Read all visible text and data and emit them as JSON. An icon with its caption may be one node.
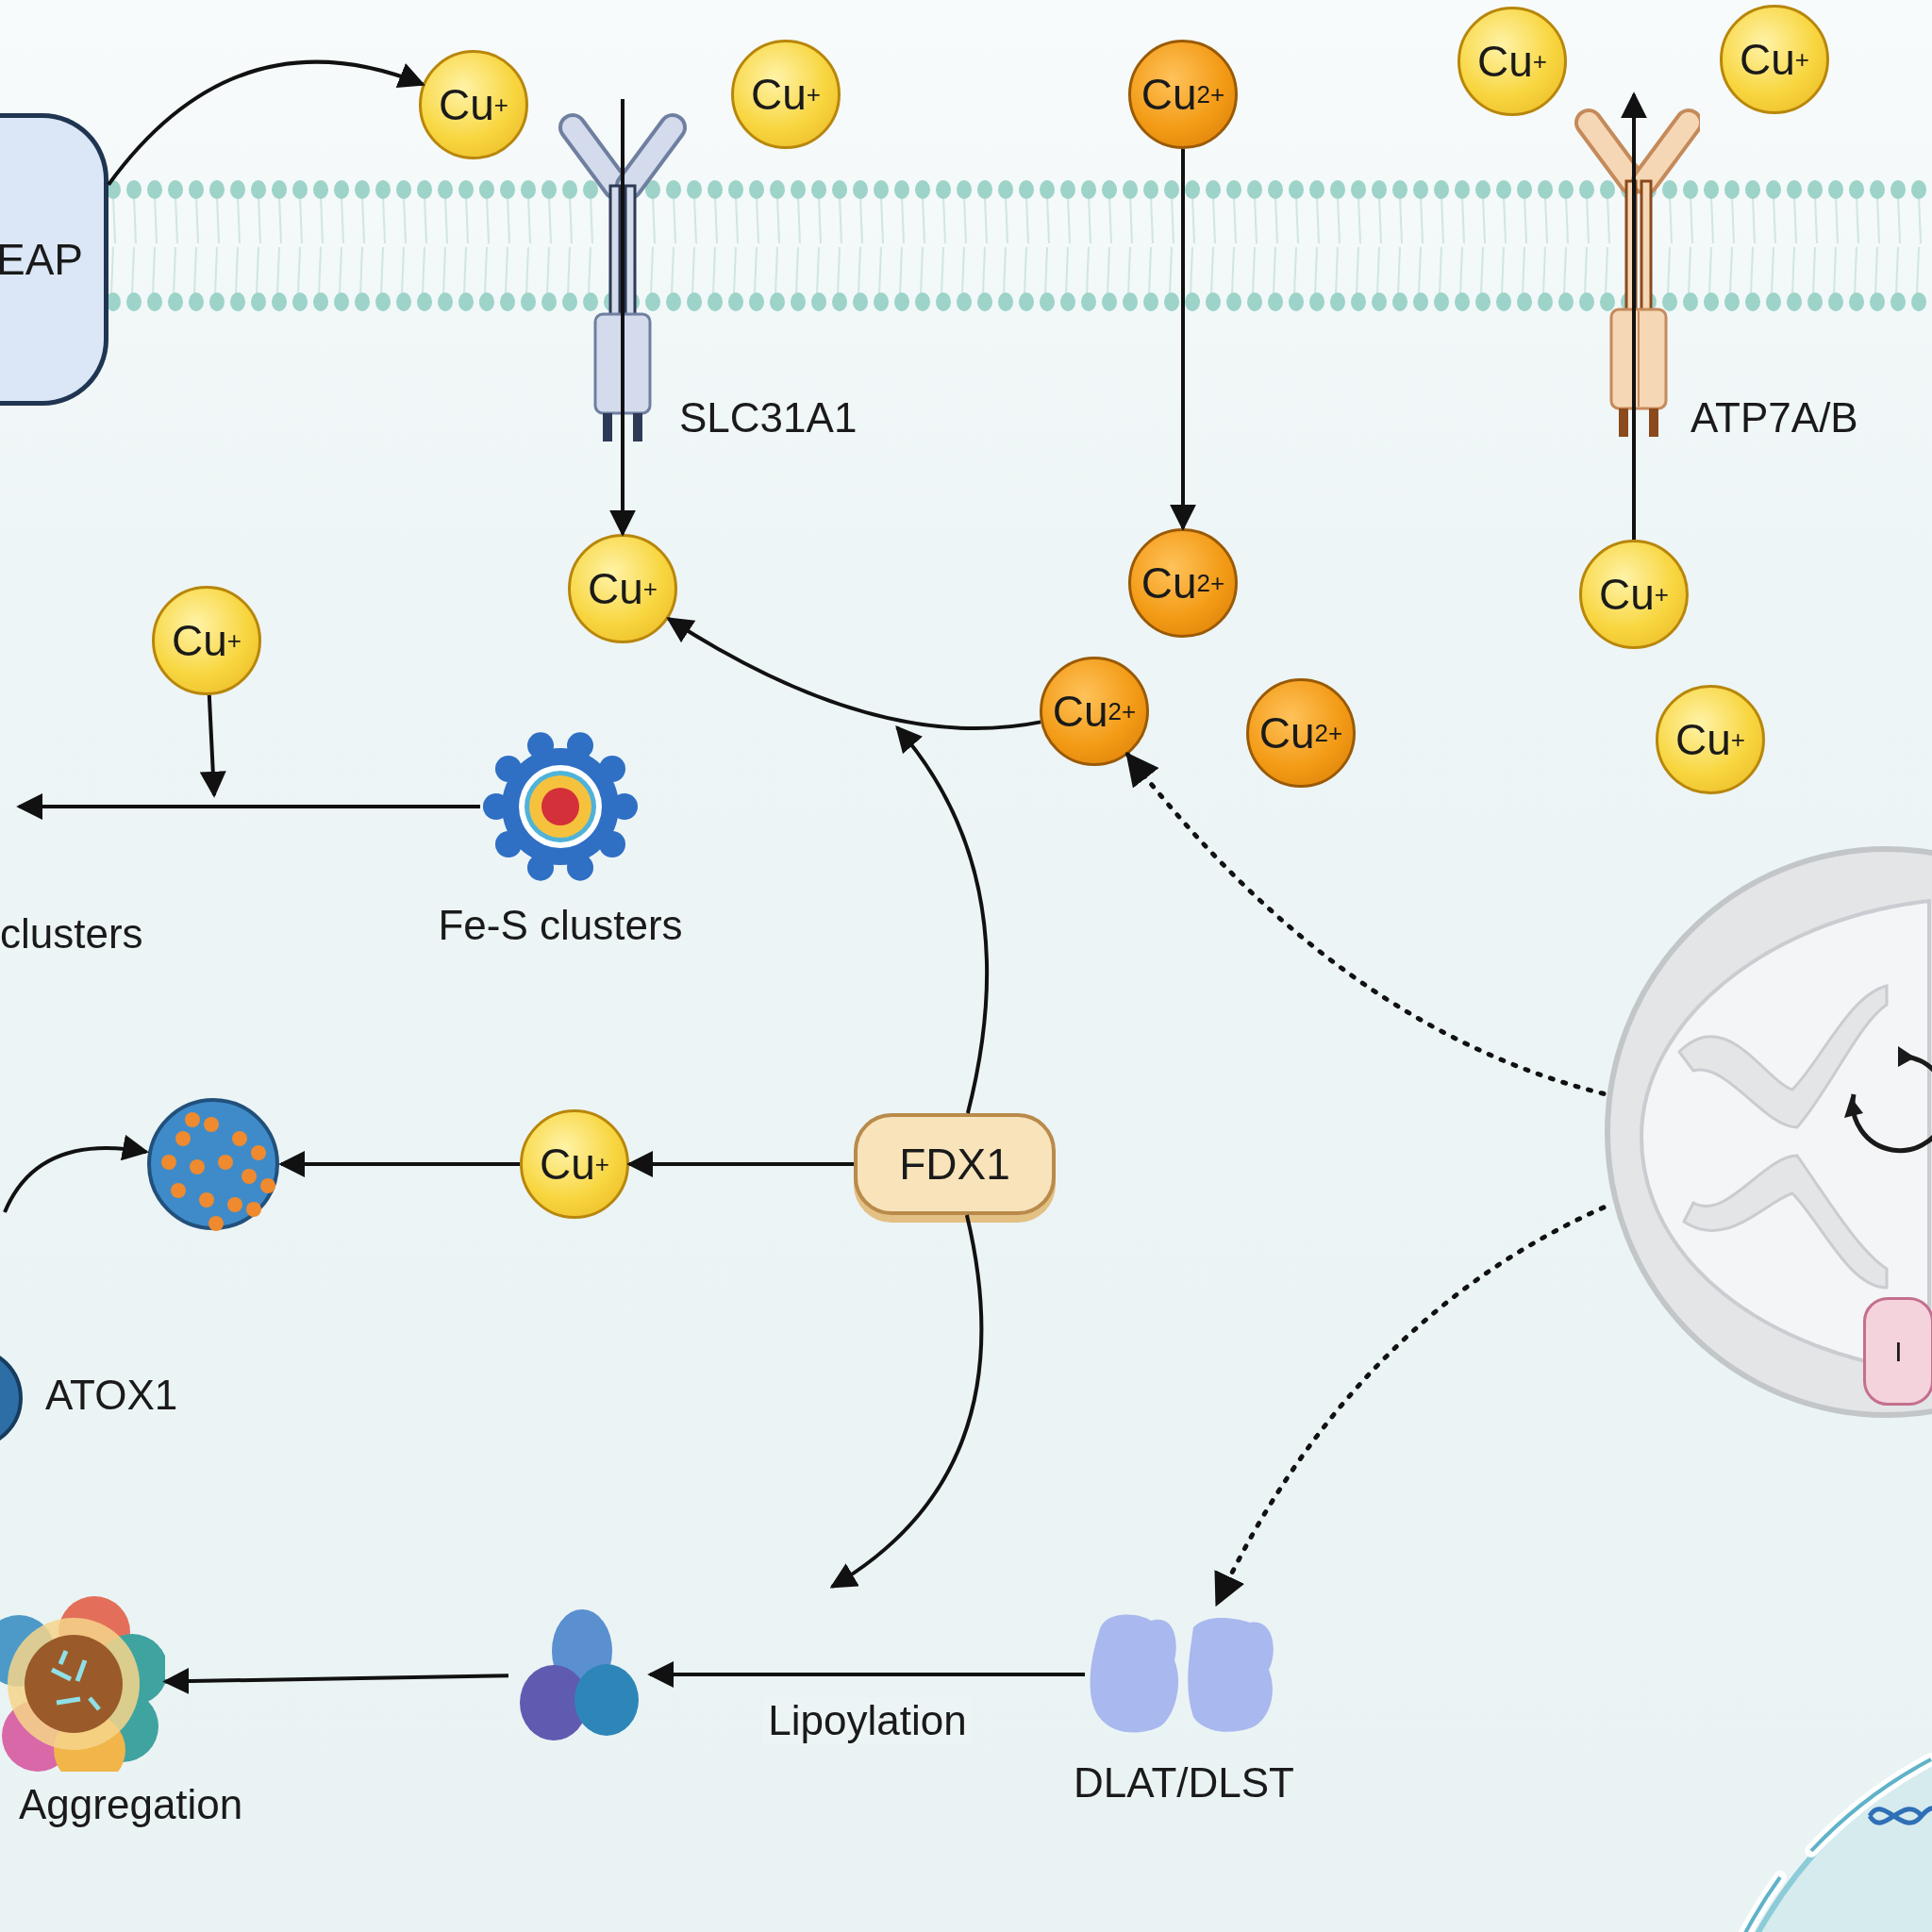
{
  "diagram": {
    "nodes": [
      {
        "text": [
          "EAP"
        ]
      },
      {
        "text": [
          "Cu$^{+}$"
        ]
      },
      {
        "text": [
          "Cu$^{+}$"
        ]
      },
      {
        "text": [
          "Cu$^{2+}$"
        ]
      },
      {
        "text": [
          "Cu$^{+}$"
        ]
      },
      {
        "text": [
          "Cu$^{+}$"
        ]
      },
      {
        "text": [],
        "shape": "picture",
        "beside": [
          "SLC31A1"
        ]
      },
      {
        "text": [
          "Cu$^{+}$"
        ]
      },
      {
        "text": [
          "Cu$^{2+}$"
        ]
      },
      {
        "text": [],
        "shape": "picture",
        "beside": [
          "ATP7A/B"
        ]
      },
      {
        "text": [
          "Cu$^{+}$"
        ]
      },
      {
        "text": [
          "Cu$^{+}$"
        ]
      },
      {
        "text": [
          "Cu$^{2+}$"
        ]
      },
      {
        "text": [
          "Cu$^{2+}$"
        ]
      },
      {
        "text": [
          "Cu$^{+}$"
        ]
      },
      {
        "text": [],
        "shape": "picture",
        "beside": [
          "Fe-S clusters"
        ]
      },
      {
        "text": [],
        "shape": "picture"
      },
      {
        "text": [
          "I"
        ],
        "in": 16
      },
      {
        "text": [
          "FDX1"
        ]
      },
      {
        "text": [
          "Cu$^{+}$"
        ]
      },
      {
        "text": [],
        "shape": "picture"
      },
      {
        "text": [],
        "shape": "circle",
        "beside": [
          "ATOX1"
        ]
      },
      {
        "text": [],
        "shape": "picture",
        "beside": [
          "Aggregation"
        ]
      },
      {
        "text": [],
        "shape": "picture"
      },
      {
        "text": [],
        "shape": "picture",
        "beside": [
          "DLAT/DLST"
        ]
      },
      {
        "text": [],
        "shape": "picture"
      }
    ],
    "edges": [
      {
        "from": 0,
        "to": 1,
        "arrow": "to"
      },
      {
        "from": 6,
        "to": 7,
        "arrow": "to"
      },
      {
        "from": 3,
        "to": 8,
        "arrow": "to"
      },
      {
        "from": 10,
        "to": 9,
        "arrow": "to"
      },
      {
        "from": 12,
        "to": 7,
        "arrow": "to"
      },
      {
        "from": 18,
        "to": null,
        "arrow": "to"
      },
      {
        "from": 16,
        "to": 12,
        "arrow": "to",
        "style": "dashed"
      },
      {
        "from": 18,
        "to": 19,
        "arrow": "to"
      },
      {
        "from": 19,
        "to": 20,
        "arrow": "to"
      },
      {
        "from": null,
        "to": 20,
        "arrow": "to"
      },
      {
        "from": 18,
        "to": null,
        "arrow": "to"
      },
      {
        "from": 16,
        "to": 24,
        "arrow": "to",
        "style": "dashed"
      },
      {
        "from": 24,
        "to": 23,
        "arrow": "to",
        "label": "Lipoylation"
      },
      {
        "from": 23,
        "to": 22,
        "arrow": "to"
      },
      {
        "from": 15,
        "to": null,
        "arrow": "to"
      },
      {
        "from": 11,
        "to": null,
        "arrow": "to"
      }
    ],
    "labels": [
      "clusters"
    ]
  }
}
